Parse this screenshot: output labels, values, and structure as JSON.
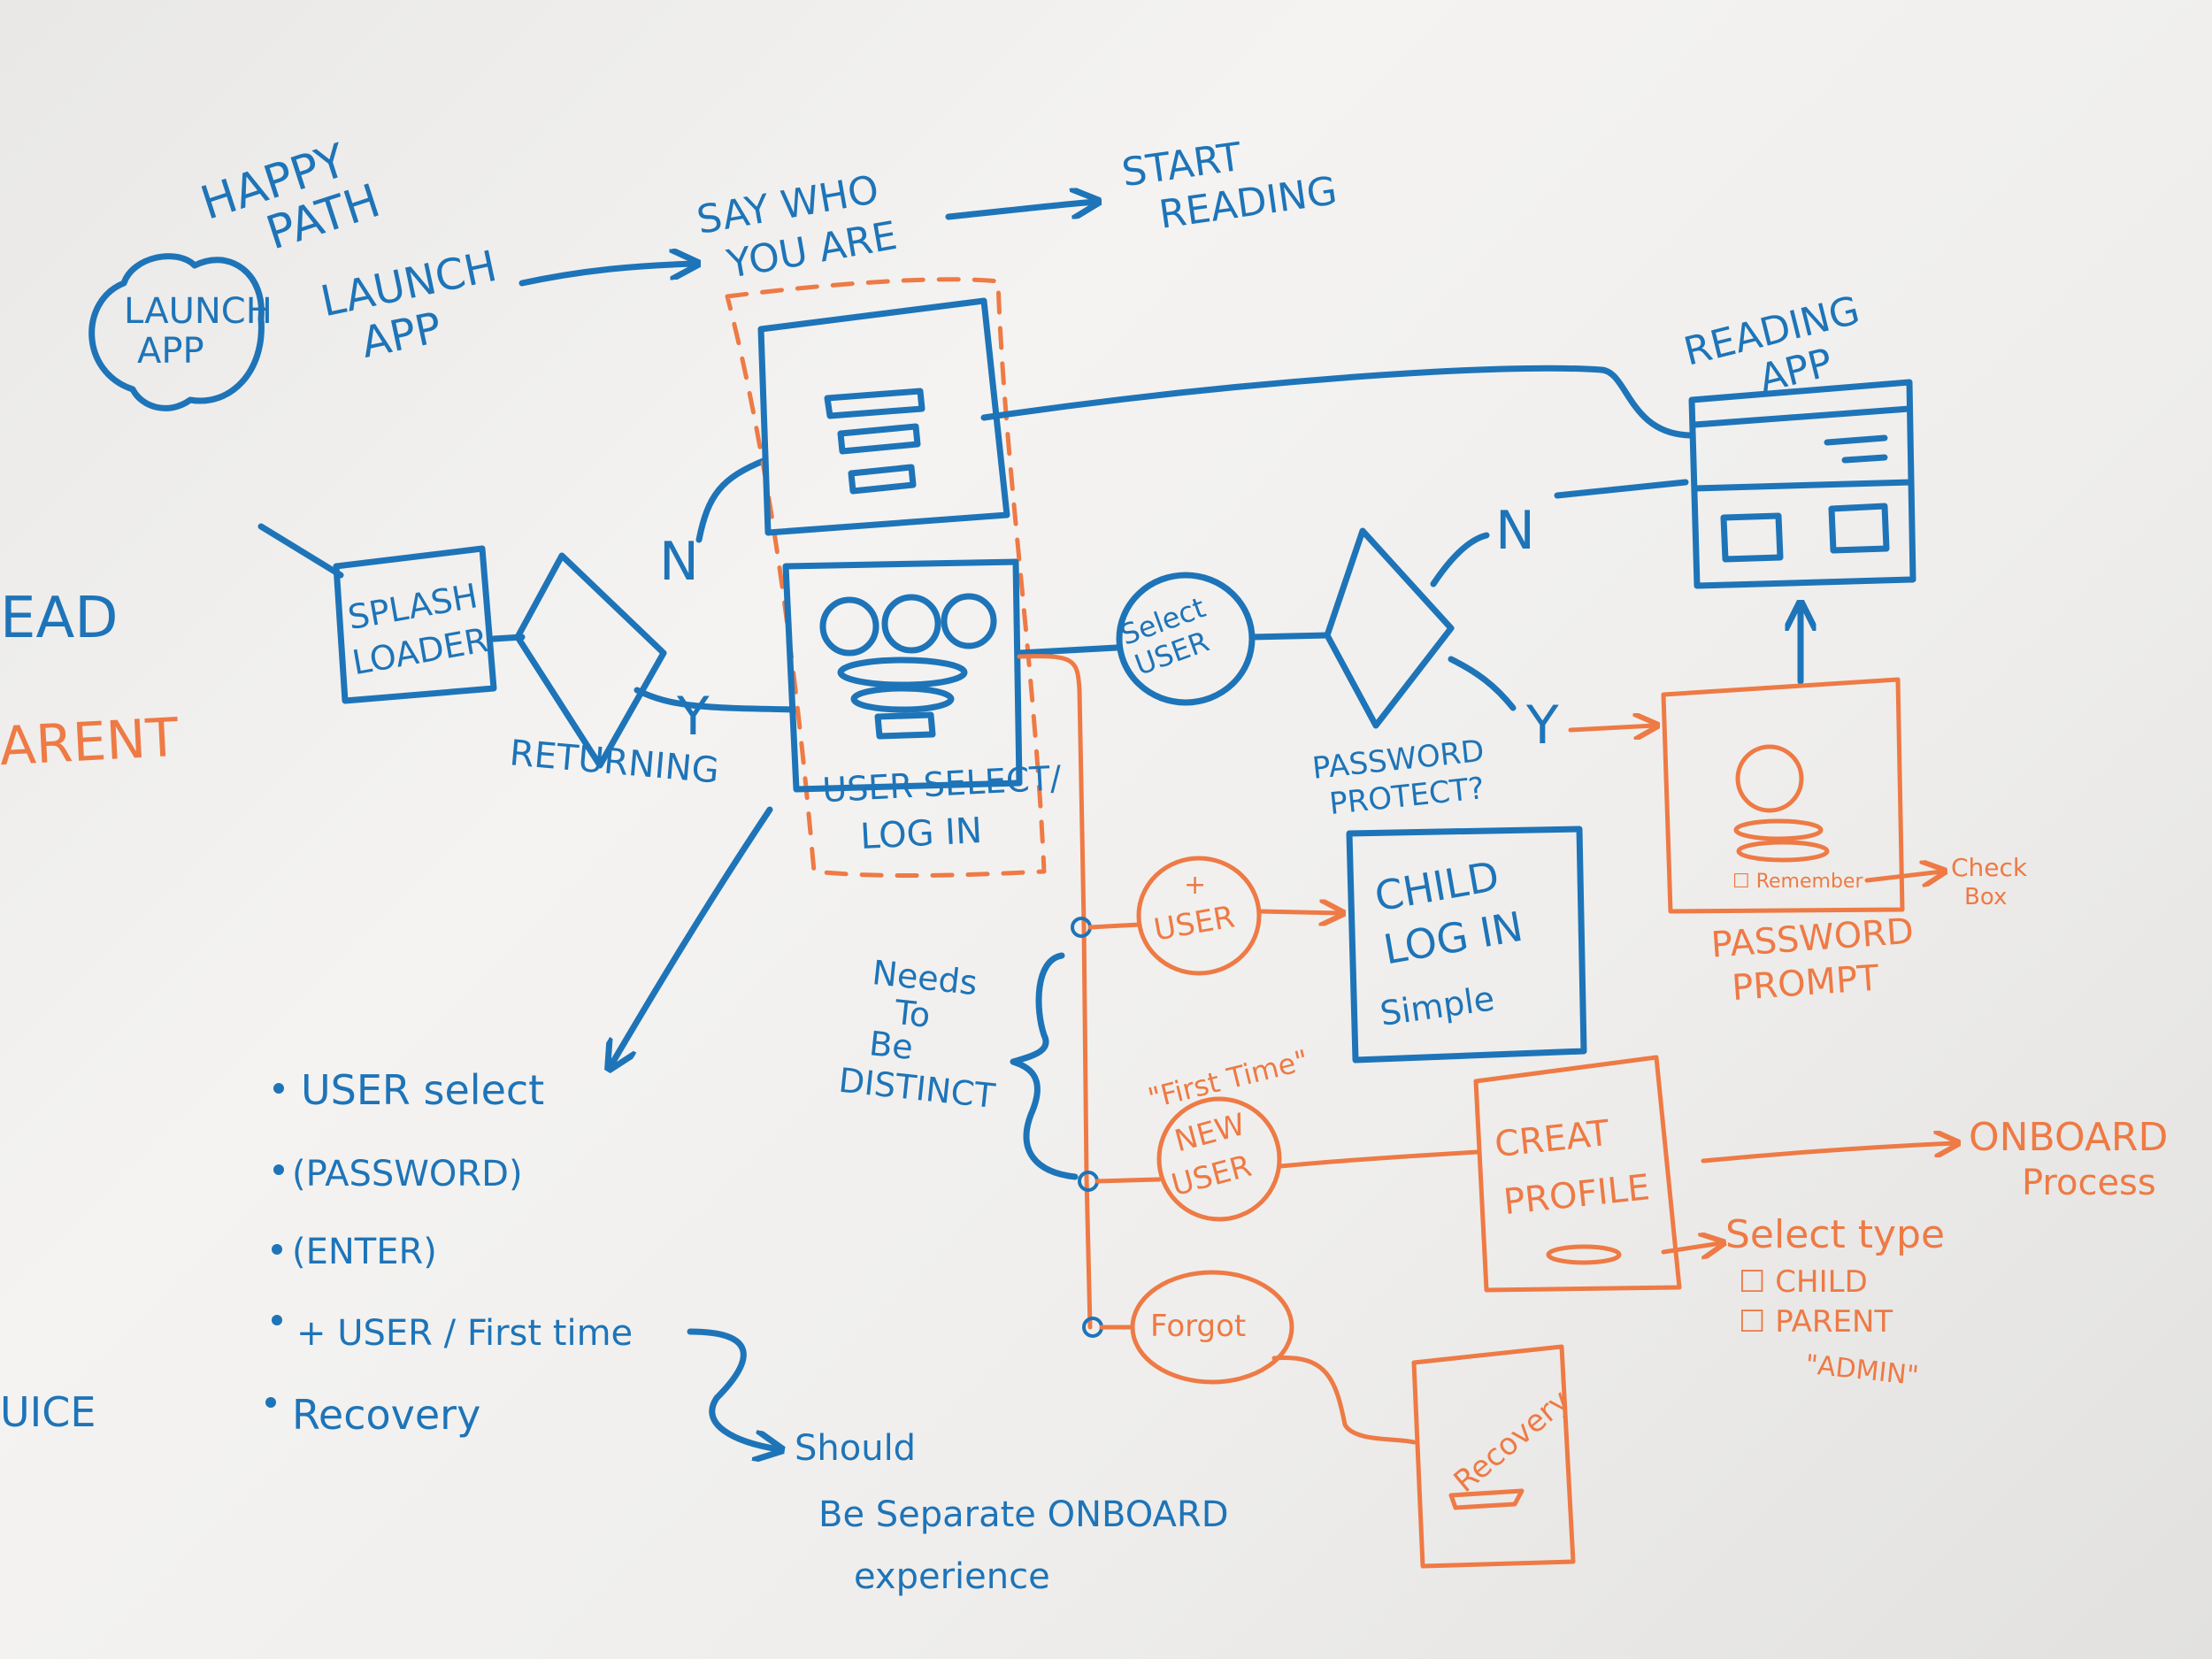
{
  "colors": {
    "blue_marker": "#1e74b8",
    "orange_marker": "#ee7a45",
    "board": "#f0efed"
  },
  "texts": {
    "happy_path": [
      "HAPPY",
      "PATH"
    ],
    "launch_app_bubble": [
      "LAUNCH",
      "APP"
    ],
    "launch_app": [
      "LAUNCH",
      "APP"
    ],
    "say_who": [
      "SAY WHO",
      "YOU ARE"
    ],
    "start_reading": [
      "START",
      "READING"
    ],
    "reading_app": [
      "READING",
      "APP"
    ],
    "splash": [
      "SPLASH",
      "LOADER"
    ],
    "returning": "RETURNING",
    "decision_n1": "N",
    "decision_y1": "Y",
    "user_select_login": [
      "USER SELECT/",
      "LOG IN"
    ],
    "select_user": [
      "Select",
      "USER"
    ],
    "password_protect": [
      "PASSWORD",
      "PROTECT?"
    ],
    "decision_n2": "N",
    "decision_y2": "Y",
    "left_edge": {
      "read": "EAD",
      "parent": "ARENT",
      "voice": "UICE"
    },
    "bullets": [
      "USER select",
      "(PASSWORD)",
      "(ENTER)",
      "+ USER / First time",
      "Recovery"
    ],
    "should_note": [
      "Should",
      "Be Separate ONBOARD",
      "experience"
    ],
    "needs_distinct": [
      "Needs",
      "To",
      "Be",
      "DISTINCT"
    ],
    "plus_user": [
      "+",
      "USER"
    ],
    "child_login": [
      "CHILD",
      "LOG IN",
      "Simple"
    ],
    "first_time": "\"First Time\"",
    "new_user": [
      "NEW",
      "USER"
    ],
    "create_profile": [
      "CREAT",
      "PROFILE"
    ],
    "onboard_process": [
      "ONBOARD",
      "Process"
    ],
    "select_type": "Select type",
    "type_options": [
      "☐ CHILD",
      "☐ PARENT",
      "\"ADMIN\""
    ],
    "forgot": "Forgot",
    "recovery": "Recovery",
    "password_prompt": [
      "PASSWORD",
      "PROMPT"
    ],
    "remember": "☐ Remember",
    "check_box": [
      "Check",
      "Box"
    ]
  }
}
